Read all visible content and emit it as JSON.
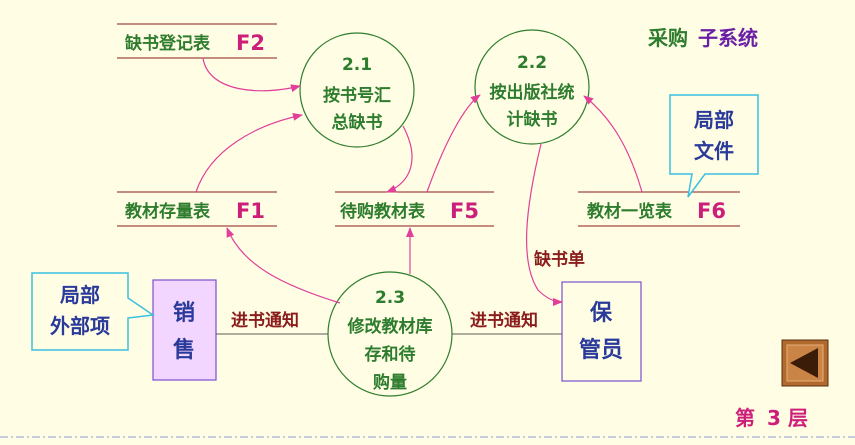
{
  "title": {
    "part1": "采购",
    "part2": "子系统"
  },
  "colors": {
    "background": "#fffde4",
    "flow_line": "#e0409a",
    "store_line": "#8b1c1c",
    "process_stroke": "#2e7d2e",
    "entity_stroke": "#7a4fd0",
    "entity_fill": "#f3d6ff",
    "callout_stroke": "#39c0e0",
    "text_green": "#2e7d2e",
    "text_pink": "#cc1f7a"
  },
  "processes": [
    {
      "id": "2.1",
      "lines": [
        "按书号汇",
        "总缺书"
      ]
    },
    {
      "id": "2.2",
      "lines": [
        "按出版社统",
        "计缺书"
      ]
    },
    {
      "id": "2.3",
      "lines": [
        "修改教材库",
        "存和待",
        "购量"
      ]
    }
  ],
  "stores": {
    "f2": {
      "name": "缺书登记表",
      "code": "F2"
    },
    "f1": {
      "name": "教材存量表",
      "code": "F1"
    },
    "f5": {
      "name": "待购教材表",
      "code": "F5"
    },
    "f6": {
      "name": "教材一览表",
      "code": "F6"
    }
  },
  "entities": {
    "sales": {
      "line1": "销",
      "line2": "售"
    },
    "keeper": {
      "line1": "保",
      "line2": "管员"
    }
  },
  "flows": {
    "shortage_list": "缺书单",
    "notice_left": "进书通知",
    "notice_right": "进书通知"
  },
  "callouts": {
    "left": {
      "line1": "局部",
      "line2": "外部项"
    },
    "right": {
      "line1": "局部",
      "line2": "文件"
    }
  },
  "layer": {
    "prefix": "第",
    "number": "3",
    "suffix": "层"
  },
  "nav": {
    "icon": "triangle-left-icon"
  }
}
